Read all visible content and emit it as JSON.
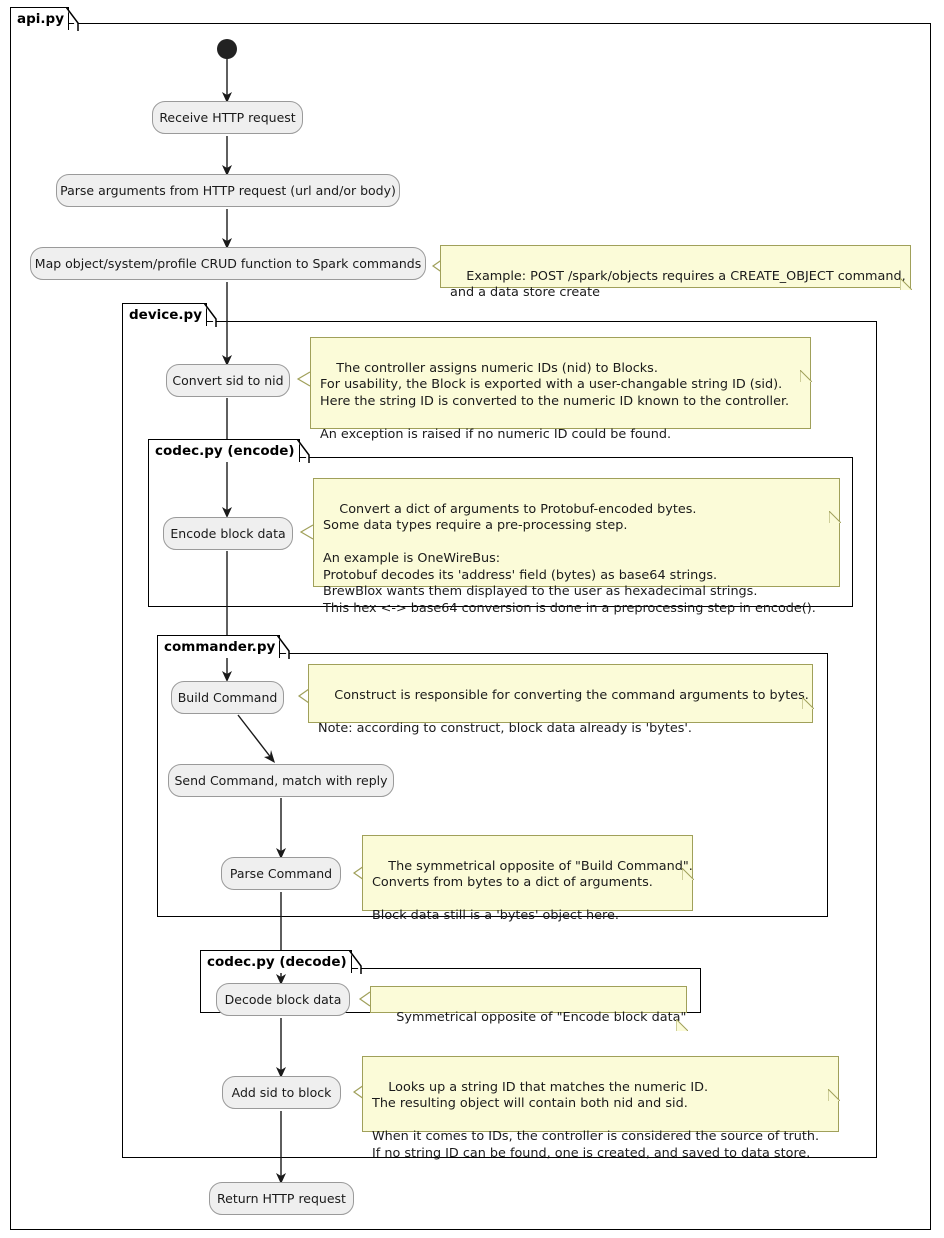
{
  "diagram": {
    "title": "api.py",
    "type": "uml-activity-diagram"
  },
  "partitions": [
    {
      "id": "api",
      "label": "api.py"
    },
    {
      "id": "device",
      "label": "device.py"
    },
    {
      "id": "codec_encode",
      "label": "codec.py (encode)"
    },
    {
      "id": "commander",
      "label": "commander.py"
    },
    {
      "id": "codec_decode",
      "label": "codec.py (decode)"
    }
  ],
  "nodes": [
    {
      "id": "start",
      "label": ""
    },
    {
      "id": "receive",
      "label": "Receive HTTP request"
    },
    {
      "id": "parse_args",
      "label": "Parse arguments from HTTP request (url and/or body)"
    },
    {
      "id": "map_crud",
      "label": "Map object/system/profile CRUD function to Spark commands"
    },
    {
      "id": "convert_sid",
      "label": "Convert sid to nid"
    },
    {
      "id": "encode_block",
      "label": "Encode block data"
    },
    {
      "id": "build_cmd",
      "label": "Build Command"
    },
    {
      "id": "send_cmd",
      "label": "Send Command, match with reply"
    },
    {
      "id": "parse_cmd",
      "label": "Parse Command"
    },
    {
      "id": "decode_block",
      "label": "Decode block data"
    },
    {
      "id": "add_sid",
      "label": "Add sid to block"
    },
    {
      "id": "return_http",
      "label": "Return HTTP request"
    }
  ],
  "notes": [
    {
      "id": "note_map_crud",
      "attached_to": "map_crud",
      "text": "Example: POST /spark/objects requires a CREATE_OBJECT command,\nand a data store create"
    },
    {
      "id": "note_convert_sid",
      "attached_to": "convert_sid",
      "text": "The controller assigns numeric IDs (nid) to Blocks.\nFor usability, the Block is exported with a user-changable string ID (sid).\nHere the string ID is converted to the numeric ID known to the controller.\n\nAn exception is raised if no numeric ID could be found."
    },
    {
      "id": "note_encode_block",
      "attached_to": "encode_block",
      "text": "Convert a dict of arguments to Protobuf-encoded bytes.\nSome data types require a pre-processing step.\n\nAn example is OneWireBus:\nProtobuf decodes its 'address' field (bytes) as base64 strings.\nBrewBlox wants them displayed to the user as hexadecimal strings.\nThis hex <-> base64 conversion is done in a preprocessing step in encode()."
    },
    {
      "id": "note_build_cmd",
      "attached_to": "build_cmd",
      "text": "Construct is responsible for converting the command arguments to bytes.\n\nNote: according to construct, block data already is 'bytes'."
    },
    {
      "id": "note_parse_cmd",
      "attached_to": "parse_cmd",
      "text": "The symmetrical opposite of \"Build Command\".\nConverts from bytes to a dict of arguments.\n\nBlock data still is a 'bytes' object here."
    },
    {
      "id": "note_decode_block",
      "attached_to": "decode_block",
      "text": "Symmetrical opposite of \"Encode block data\""
    },
    {
      "id": "note_add_sid",
      "attached_to": "add_sid",
      "text": "Looks up a string ID that matches the numeric ID.\nThe resulting object will contain both nid and sid.\n\nWhen it comes to IDs, the controller is considered the source of truth.\nIf no string ID can be found, one is created, and saved to data store."
    }
  ],
  "flow": [
    {
      "from": "start",
      "to": "receive"
    },
    {
      "from": "receive",
      "to": "parse_args"
    },
    {
      "from": "parse_args",
      "to": "map_crud"
    },
    {
      "from": "map_crud",
      "to": "convert_sid"
    },
    {
      "from": "convert_sid",
      "to": "encode_block"
    },
    {
      "from": "encode_block",
      "to": "build_cmd"
    },
    {
      "from": "build_cmd",
      "to": "send_cmd"
    },
    {
      "from": "send_cmd",
      "to": "parse_cmd"
    },
    {
      "from": "parse_cmd",
      "to": "decode_block"
    },
    {
      "from": "decode_block",
      "to": "add_sid"
    },
    {
      "from": "add_sid",
      "to": "return_http"
    }
  ],
  "colors": {
    "node_fill": "#EFEFEF",
    "node_border": "#9A9A9A",
    "note_fill": "#FBFBD8",
    "note_border": "#A0A05A",
    "frame_border": "#000000",
    "start_dot": "#222222",
    "background": "#FFFFFF"
  }
}
